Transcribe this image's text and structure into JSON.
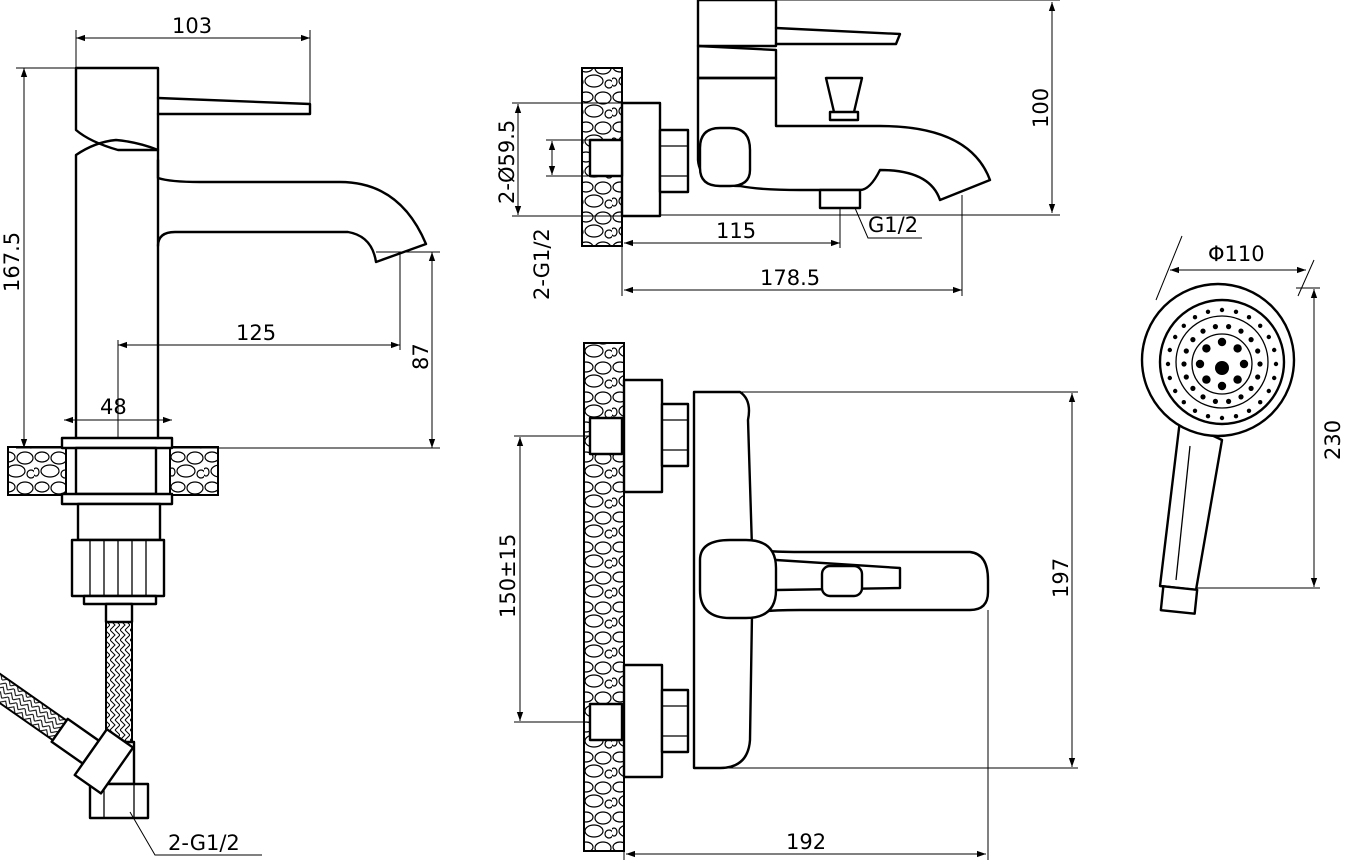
{
  "basin_mixer": {
    "width_label": "103",
    "height_label": "167.5",
    "reach_label": "125",
    "spout_height_label": "87",
    "body_diameter_label": "48",
    "hose_thread_label": "2-G1/2"
  },
  "bath_mixer_side": {
    "height_label": "100",
    "flange_diameter_label": "2-Ø59.5",
    "inlet_thread_label": "2-G1/2",
    "outlet_distance_label": "115",
    "outlet_thread_label": "G1/2",
    "projection_label": "178.5"
  },
  "bath_mixer_front": {
    "centers_label": "150±15",
    "height_label": "197",
    "width_label": "192"
  },
  "hand_shower": {
    "head_diameter_label": "Φ110",
    "length_label": "230"
  }
}
